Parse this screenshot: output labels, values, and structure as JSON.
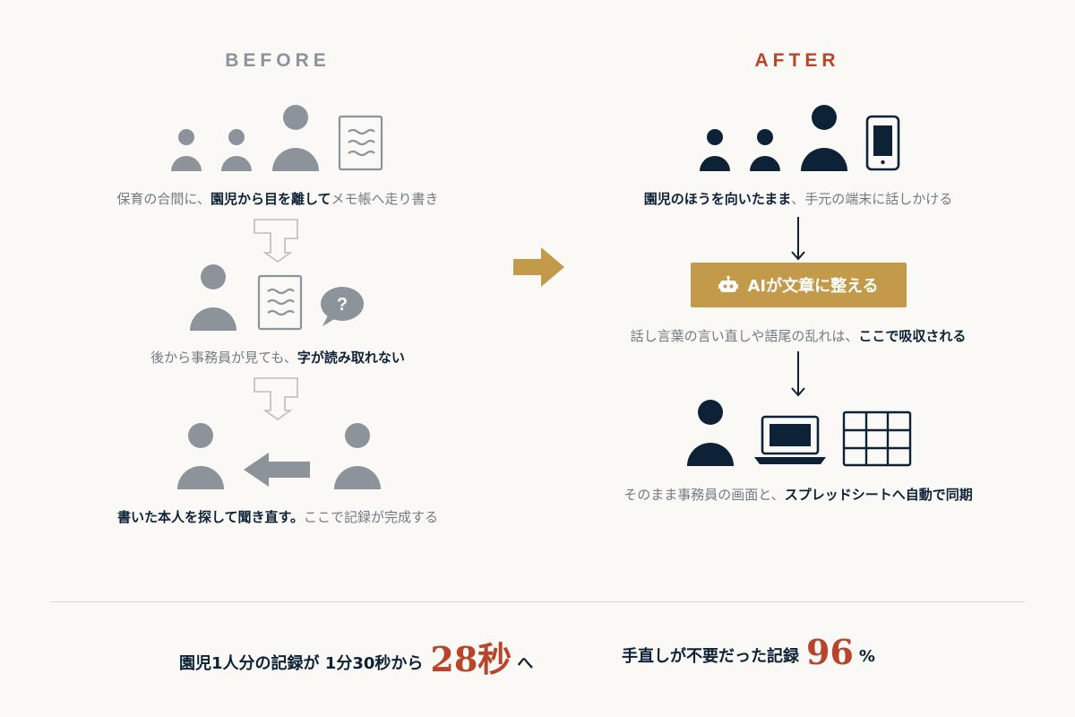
{
  "before": {
    "heading": "BEFORE",
    "step1": {
      "pre": "保育の合間に、",
      "bold": "園児から目を離して",
      "post": "メモ帳へ走り書き"
    },
    "step2": {
      "pre": "後から事務員が見ても、",
      "bold": "字が読み取れない",
      "post": ""
    },
    "step3": {
      "pre": "",
      "bold": "書いた本人を探して聞き直す。",
      "post": "ここで記録が完成する"
    }
  },
  "after": {
    "heading": "AFTER",
    "step1": {
      "pre": "",
      "bold": "園児のほうを向いたまま",
      "post": "、手元の端末に話しかける"
    },
    "ai_box_label": "AIが文章に整える",
    "step2": {
      "pre": "話し言葉の言い直しや語尾の乱れは、",
      "bold": "ここで吸収される",
      "post": ""
    },
    "step3": {
      "pre": "そのまま事務員の画面と、",
      "bold": "スプレッドシートへ自動で同期",
      "post": ""
    }
  },
  "stats": {
    "stat1": {
      "label": "園児1人分の記録が 1分30秒から",
      "value": "28秒",
      "suffix": "へ"
    },
    "stat2": {
      "label": "手直しが不要だった記録",
      "value": "96",
      "suffix": "%"
    }
  },
  "colors": {
    "background": "#faf9f6",
    "before_gray": "#8c939a",
    "navy": "#0d2236",
    "accent_red": "#b8442a",
    "gold": "#c39a4a"
  }
}
